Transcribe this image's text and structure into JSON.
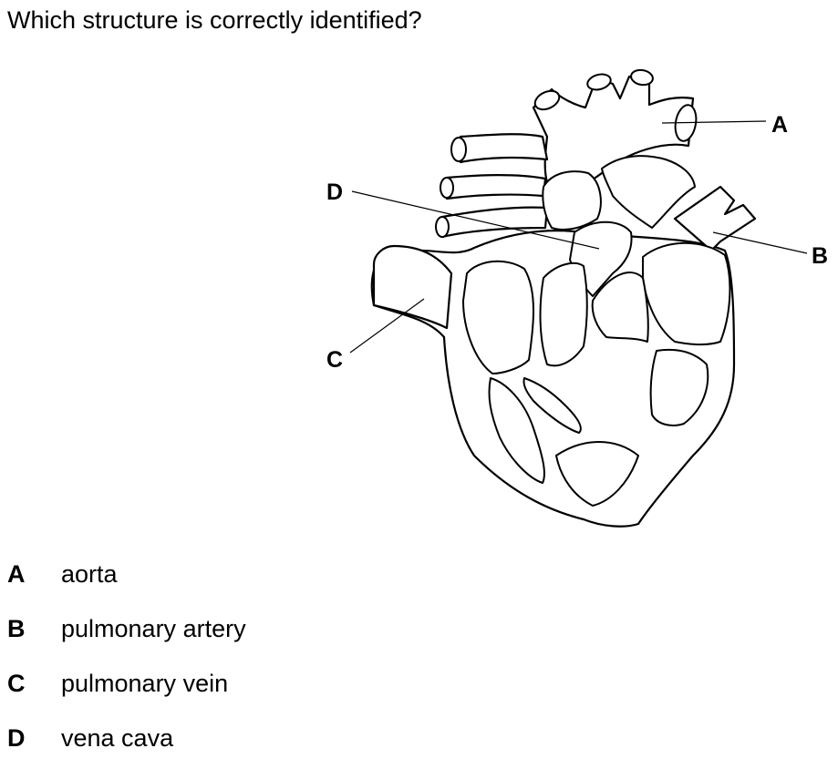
{
  "question": "Which structure is correctly identified?",
  "diagram": {
    "labels": {
      "a": "A",
      "b": "B",
      "c": "C",
      "d": "D"
    }
  },
  "options": [
    {
      "letter": "A",
      "text": "aorta"
    },
    {
      "letter": "B",
      "text": "pulmonary artery"
    },
    {
      "letter": "C",
      "text": "pulmonary vein"
    },
    {
      "letter": "D",
      "text": "vena cava"
    }
  ]
}
